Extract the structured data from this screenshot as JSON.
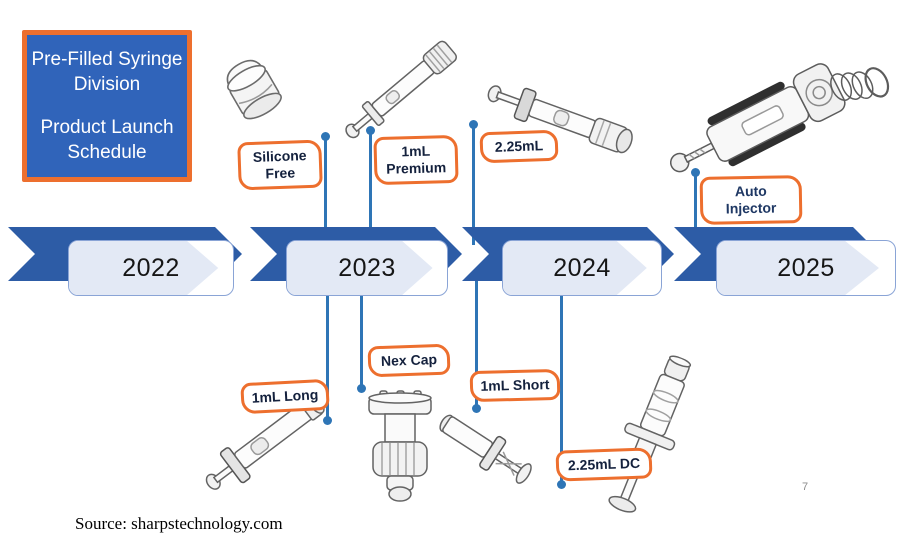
{
  "slide": {
    "title_line1": "Pre-Filled Syringe Division",
    "title_line2": "Product Launch Schedule",
    "source": "Source: sharpstechnology.com",
    "page_number": "7"
  },
  "timeline": {
    "years": [
      "2022",
      "2023",
      "2024",
      "2025"
    ]
  },
  "launch_tags_above": [
    {
      "label": "Silicone Free",
      "year": "2023"
    },
    {
      "label": "1mL Premium",
      "year": "2023"
    },
    {
      "label": "2.25mL",
      "year": "2024"
    },
    {
      "label": "Auto Injector",
      "year": "2025"
    }
  ],
  "launch_tags_below": [
    {
      "label": "1mL Long",
      "year": "2023"
    },
    {
      "label": "Nex Cap",
      "year": "2023"
    },
    {
      "label": "1mL Short",
      "year": "2024"
    },
    {
      "label": "2.25mL DC",
      "year": "2024"
    }
  ],
  "illustrations": [
    "plunger-stopper",
    "1ml-premium-syringe",
    "2.25ml-syringe",
    "auto-injector-device",
    "1ml-long-syringe",
    "nex-cap-device",
    "1ml-short-syringe",
    "2.25ml-dc-syringe"
  ],
  "colors": {
    "timeline_arrow": "#2d5ca6",
    "year_chevron": "#e3e9f5",
    "connector": "#2e75b6",
    "tag_border": "#ed6f2e",
    "title_bg": "#3064ba",
    "title_border": "#ed6f2e",
    "auto_injector_text": "#1f3864"
  }
}
